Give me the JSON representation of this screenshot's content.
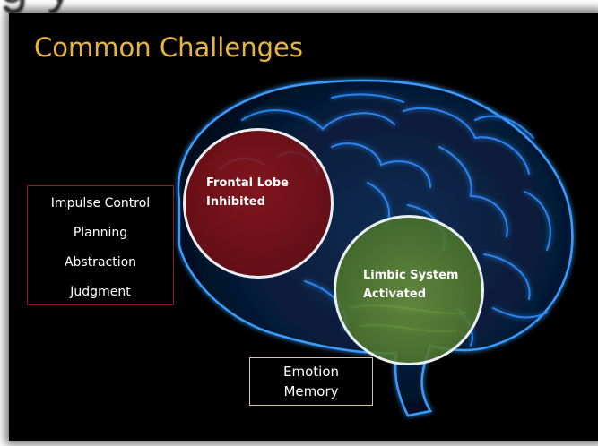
{
  "background_title_fragment": "g                    y",
  "slide": {
    "title": "Common Challenges",
    "frontal": {
      "line1": "Frontal Lobe",
      "line2": "Inhibited"
    },
    "limbic": {
      "line1": "Limbic System",
      "line2": "Activated"
    },
    "skills": [
      "Impulse Control",
      "Planning",
      "Abstraction",
      "Judgment"
    ],
    "emotion": {
      "line1": "Emotion",
      "line2": "Memory"
    }
  },
  "colors": {
    "slide_background": "#000000",
    "title": "#e8b439",
    "brain_glow": "#2f8fff",
    "frontal_fill": "#8c1419",
    "limbic_fill": "#5f8f3a",
    "skills_border": "#8b1a1f",
    "emotion_border": "#d7c49b"
  }
}
